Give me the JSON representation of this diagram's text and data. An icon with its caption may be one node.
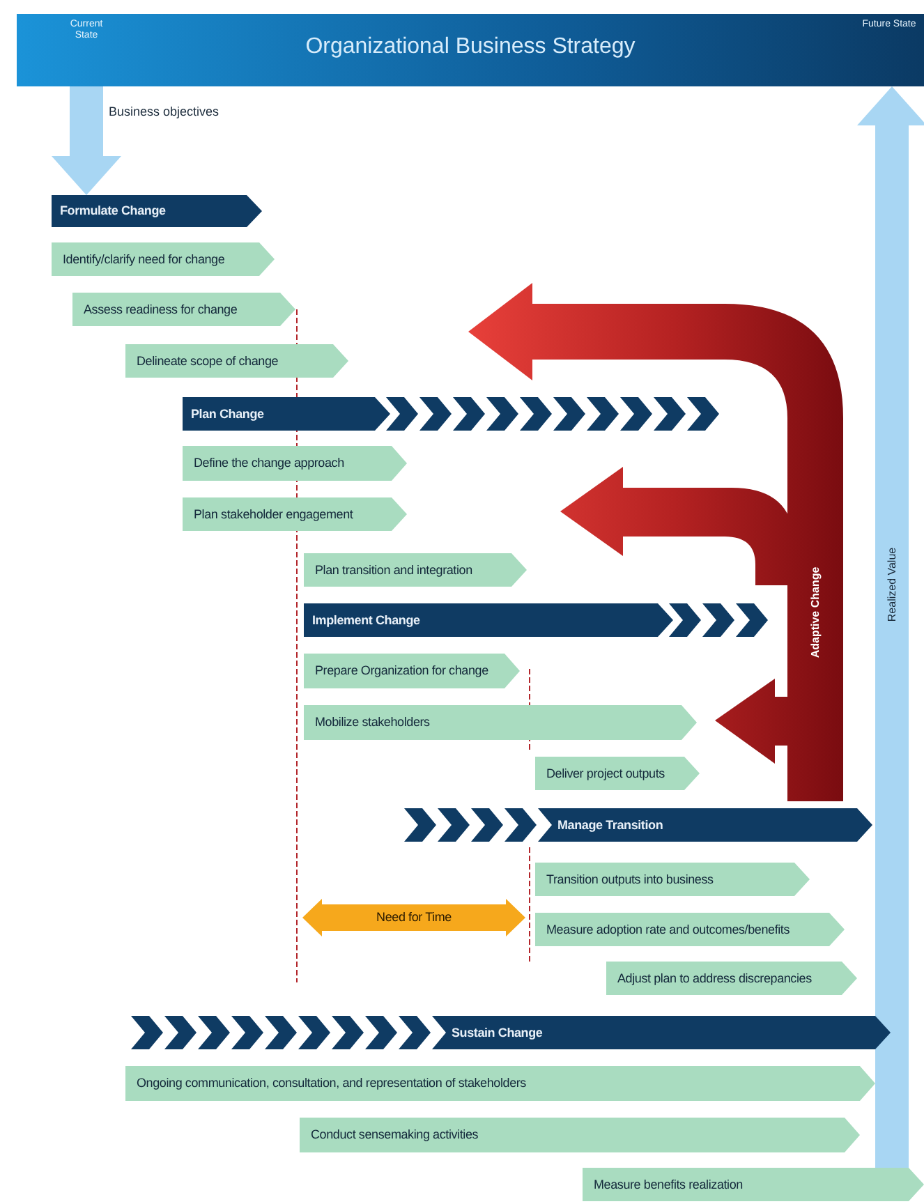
{
  "diagram": {
    "nodes": [
      {
        "text": [
          "Current State",
          "Organizational Business Strategy",
          "Future State"
        ]
      },
      {
        "text": [
          "Formulate Change"
        ]
      },
      {
        "text": [
          "Identify/clarify need for change"
        ]
      },
      {
        "text": [
          "Assess readiness for change"
        ]
      },
      {
        "text": [
          "Delineate scope of change"
        ]
      },
      {
        "text": [
          "Plan Change"
        ]
      },
      {
        "text": [
          "Define the change approach"
        ]
      },
      {
        "text": [
          "Plan stakeholder engagement"
        ]
      },
      {
        "text": [
          "Plan transition and integration"
        ]
      },
      {
        "text": [
          "Implement Change"
        ]
      },
      {
        "text": [
          "Prepare Organization for change"
        ]
      },
      {
        "text": [
          "Mobilize stakeholders"
        ]
      },
      {
        "text": [
          "Deliver project outputs"
        ]
      },
      {
        "text": [
          "Manage Transition"
        ]
      },
      {
        "text": [
          "Transition outputs into business"
        ]
      },
      {
        "text": [
          "Need for Time"
        ]
      },
      {
        "text": [
          "Measure adoption rate and outcomes/benefits"
        ]
      },
      {
        "text": [
          "Adjust plan to address discrepancies"
        ]
      },
      {
        "text": [
          "Sustain Change"
        ]
      },
      {
        "text": [
          "Ongoing communication, consultation, and representation of stakeholders"
        ]
      },
      {
        "text": [
          "Conduct sensemaking activities"
        ]
      },
      {
        "text": [
          "Measure benefits realization"
        ]
      }
    ],
    "edges": [
      {
        "from": 0,
        "to": 1,
        "arrow": "to",
        "label": "Business objectives"
      },
      {
        "from": 21,
        "to": 0,
        "arrow": "to",
        "label": "Realized Value"
      }
    ],
    "labels": [
      "Adaptive Change"
    ]
  }
}
